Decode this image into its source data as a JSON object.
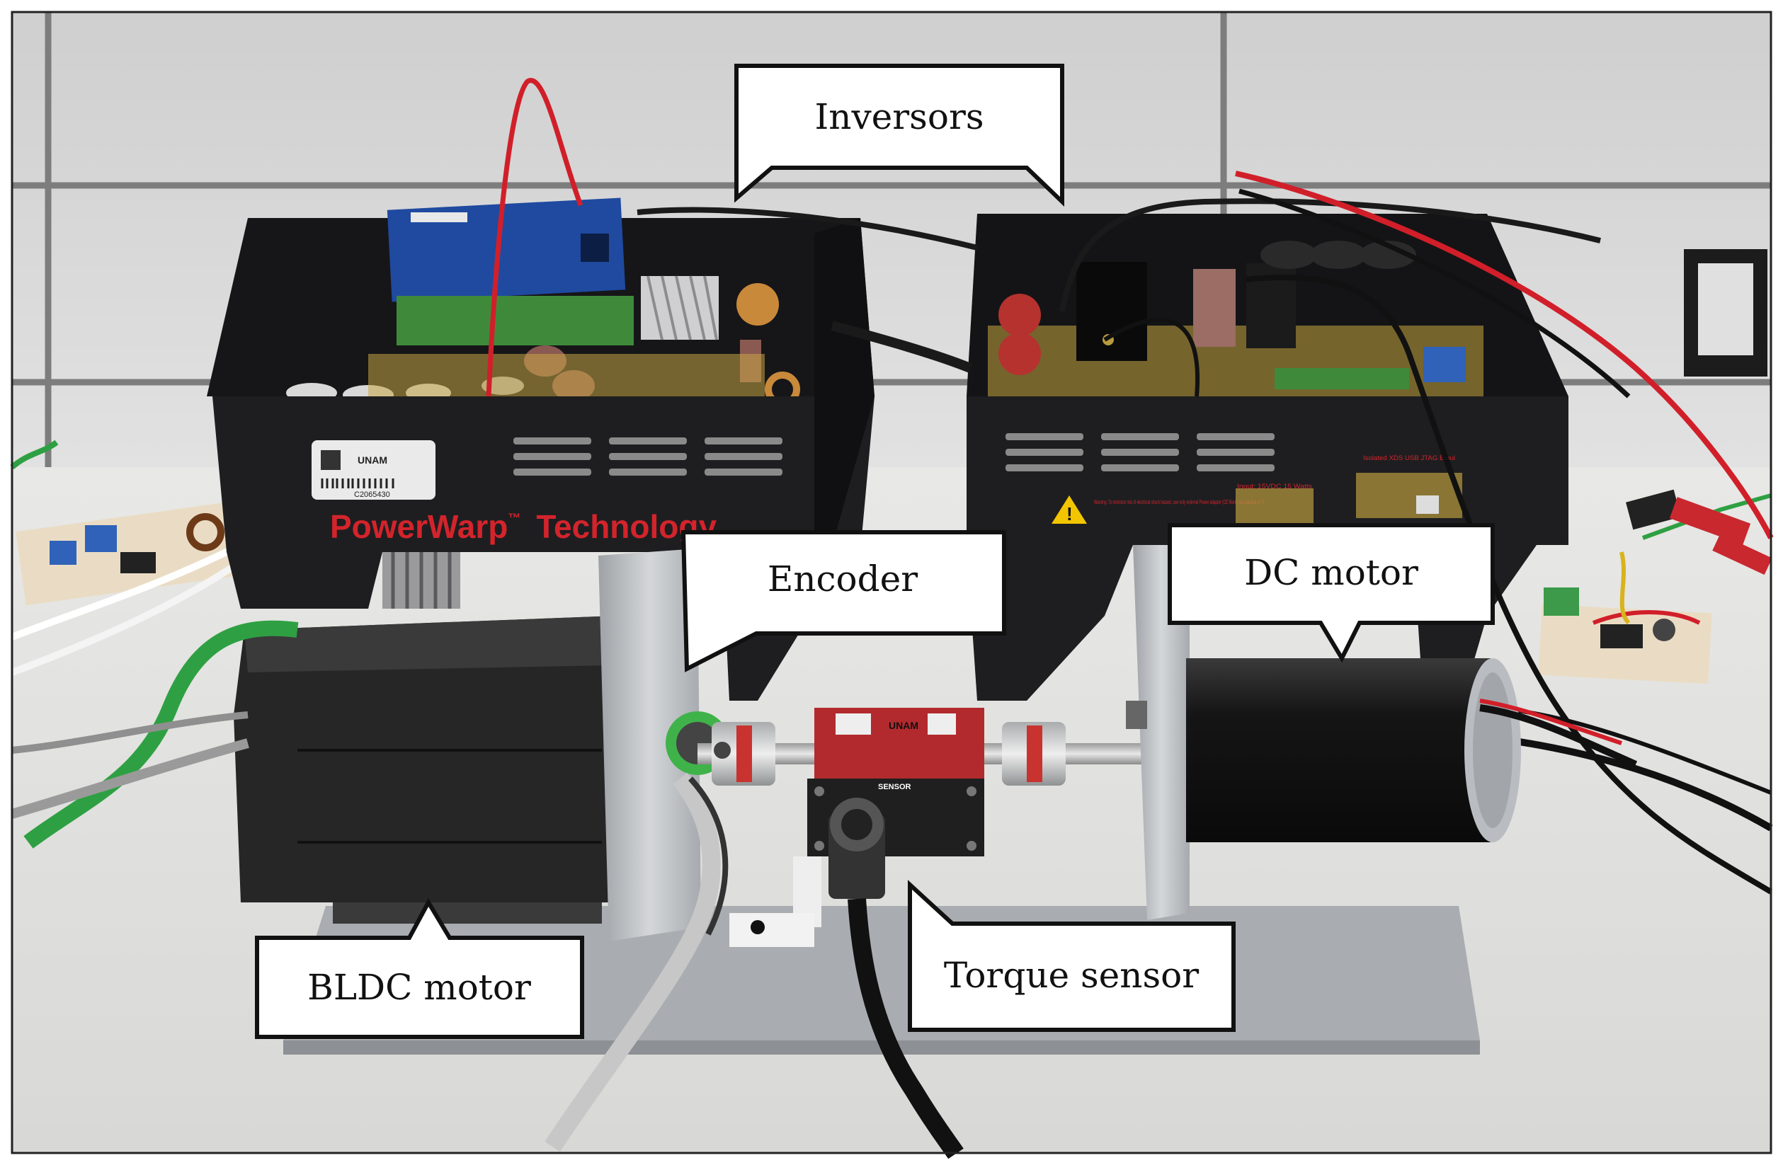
{
  "scene": {
    "description_free": true,
    "colors": {
      "wall": "#d9d9d9",
      "wall_lines": "#8a8a8a",
      "table": "#e4e4e2",
      "inverter_case": "#1c1c1e",
      "brand_red": "#d3242c",
      "pcb_blue": "#1f4aa0",
      "pcb_green": "#3f8a3a",
      "aluminum": "#b8bcc0",
      "motor_black": "#1a1a1a",
      "coupling_red": "#c9332f",
      "cable_red": "#d11f2a",
      "cable_green": "#2ea043"
    }
  },
  "brand": {
    "name": "PowerWarp",
    "tm": "™",
    "suffix": "Technology"
  },
  "sticker": {
    "top": "UNAM",
    "code": "C2065430"
  },
  "warning": {
    "text": "Warning: To minimize risk of electrical shock hazard, use only external Power adapter (CE Mark), as supplied to TI",
    "input": "Input: 15VDC 15 Watts",
    "usb": "Isolated XDS USB JTAG Emul"
  },
  "sensor": {
    "brand": "SENSOR",
    "tag": "UNAM"
  },
  "callouts": {
    "inversors": "Inversors",
    "encoder": "Encoder",
    "dc_motor": "DC motor",
    "bldc_motor": "BLDC motor",
    "torque_sensor": "Torque sensor"
  }
}
